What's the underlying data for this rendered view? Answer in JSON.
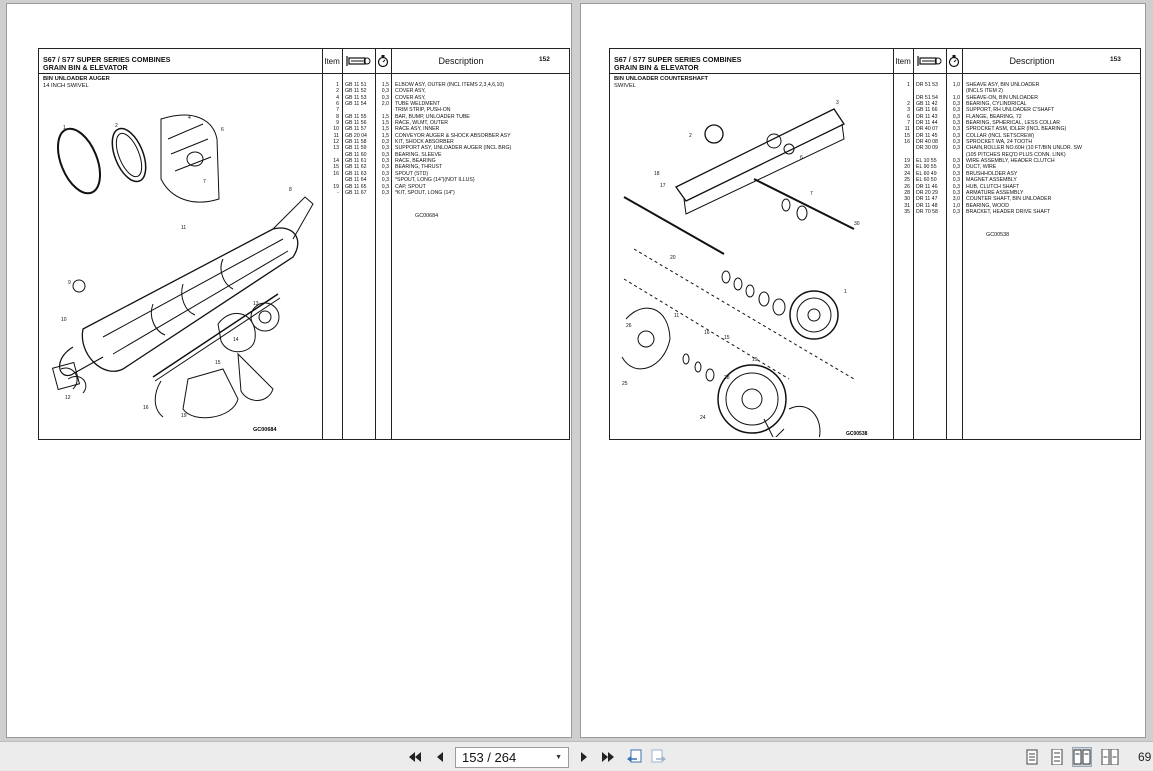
{
  "toolbar": {
    "page_display": "153 / 264",
    "zoom_text": "69"
  },
  "left_page": {
    "title_line1": "S67 / S77 SUPER SERIES COMBINES",
    "title_line2": "GRAIN BIN & ELEVATOR",
    "subtitle_line1": "BIN UNLOADER AUGER",
    "subtitle_line2": "14 INCH SWIVEL",
    "col_item": "Item",
    "col_desc": "Description",
    "page_number": "152",
    "diagram_ref": "GC00684",
    "figure_label": "GC00684",
    "rows": [
      {
        "item": "1",
        "part": "GB 11 51",
        "qty": "1,5",
        "desc": "ELBOW ASY, OUTER (INCL ITEMS 2,3,4,6,10)"
      },
      {
        "item": "2",
        "part": "GB 11 52",
        "qty": "0,3",
        "desc": "COVER ASY,"
      },
      {
        "item": "4",
        "part": "GB 11 53",
        "qty": "0,3",
        "desc": "COVER ASY,"
      },
      {
        "item": "6",
        "part": "GB 11 54",
        "qty": "2,0",
        "desc": "TUBE WELDMENT"
      },
      {
        "item": "7",
        "part": "",
        "qty": "",
        "desc": "TRIM STRIP, PUSH-ON"
      },
      {
        "item": "8",
        "part": "GB 11 55",
        "qty": "1,5",
        "desc": "BAR, BUMP, UNLOADER TUBE"
      },
      {
        "item": "9",
        "part": "GB 11 56",
        "qty": "1,5",
        "desc": "RACE, WLMT, OUTER"
      },
      {
        "item": "10",
        "part": "GB 11 57",
        "qty": "1,5",
        "desc": "RACE ASY, INNER"
      },
      {
        "item": "11",
        "part": "GB 20 04",
        "qty": "1,5",
        "desc": "CONVEYOR AUGER & SHOCK ABSORBER ASY"
      },
      {
        "item": "12",
        "part": "GB 11 58",
        "qty": "0,3",
        "desc": "KIT, SHOCK ABSORBER"
      },
      {
        "item": "13",
        "part": "GB 11 59",
        "qty": "0,3",
        "desc": "SUPPORT ASY, UNLOADER AUGER (INCL BRG)"
      },
      {
        "item": "",
        "part": "GB 11 60",
        "qty": "0,3",
        "desc": "   BEARING, SLEEVE"
      },
      {
        "item": "14",
        "part": "GB 11 61",
        "qty": "0,3",
        "desc": "RACE, BEARING"
      },
      {
        "item": "15",
        "part": "GB 11 62",
        "qty": "0,3",
        "desc": "BEARING, THRUST"
      },
      {
        "item": "16",
        "part": "GB 11 63",
        "qty": "0,3",
        "desc": "SPOUT (STD)"
      },
      {
        "item": "",
        "part": "GB 11 64",
        "qty": "0,3",
        "desc": "*SPOUT, LONG (14\")(NOT ILLUS)"
      },
      {
        "item": "19",
        "part": "GB 11 65",
        "qty": "0,3",
        "desc": "CAP, SPOUT"
      },
      {
        "item": "-",
        "part": "GB 11 67",
        "qty": "0,3",
        "desc": "*KIT, SPOUT, LONG (14\")"
      }
    ]
  },
  "right_page": {
    "title_line1": "S67 / S77 SUPER SERIES COMBINES",
    "title_line2": "GRAIN BIN & ELEVATOR",
    "subtitle_line1": "BIN UNLOADER COUNTERSHAFT",
    "subtitle_line2": "SWIVEL",
    "col_item": "Item",
    "col_desc": "Description",
    "page_number": "153",
    "diagram_ref": "GC00538",
    "figure_label": "GC00538",
    "rows": [
      {
        "item": "1",
        "part": "DR 51 53",
        "qty": "1,0",
        "desc": "SHEAVE ASY, BIN UNLOADER"
      },
      {
        "item": "",
        "part": "",
        "qty": "",
        "desc": "   (INCLS ITEM 2)"
      },
      {
        "item": "",
        "part": "DR 51 54",
        "qty": "1,0",
        "desc": "   SHEAVE-ON, BIN UNLOADER"
      },
      {
        "item": "2",
        "part": "GB 11 42",
        "qty": "0,3",
        "desc": "   BEARING, CYLINDRICAL"
      },
      {
        "item": "3",
        "part": "GB 11 66",
        "qty": "0,3",
        "desc": "SUPPORT, RH UNLOADER C'SHAFT"
      },
      {
        "item": "6",
        "part": "DR 11 43",
        "qty": "0,3",
        "desc": "FLANGE, BEARING, 72"
      },
      {
        "item": "7",
        "part": "DR 11 44",
        "qty": "0,3",
        "desc": "BEARING, SPHERICAL, LESS COLLAR"
      },
      {
        "item": "11",
        "part": "DR 40 07",
        "qty": "0,3",
        "desc": "SPROCKET ASM, IDLER (INCL BEARING)"
      },
      {
        "item": "15",
        "part": "DR 11 45",
        "qty": "0,3",
        "desc": "COLLAR (INCL SETSCREW)"
      },
      {
        "item": "16",
        "part": "DR 40 08",
        "qty": "0,3",
        "desc": "SPROCKET WA, 24 TOOTH"
      },
      {
        "item": "",
        "part": "DR 30 09",
        "qty": "0,3",
        "desc": "CHAIN,ROLLER NO.60H (10 FT/BIN UNLDR. SW"
      },
      {
        "item": "",
        "part": "",
        "qty": "",
        "desc": "   (105 PITCHES REQ'D PLUS CONN. LINK)"
      },
      {
        "item": "19",
        "part": "EL 10 55",
        "qty": "0,3",
        "desc": "WIRE ASSEMBLY, HEADER CLUTCH"
      },
      {
        "item": "20",
        "part": "EL 90 55",
        "qty": "0,3",
        "desc": "DUCT, WIRE"
      },
      {
        "item": "24",
        "part": "EL 60 49",
        "qty": "0,3",
        "desc": "BRUSHHOLDER ASY"
      },
      {
        "item": "25",
        "part": "EL 60 50",
        "qty": "0,3",
        "desc": "MAGNET ASSEMBLY"
      },
      {
        "item": "26",
        "part": "DR 11 46",
        "qty": "0,3",
        "desc": "HUB, CLUTCH SHAFT"
      },
      {
        "item": "28",
        "part": "DR 20 29",
        "qty": "0,3",
        "desc": "ARMATURE ASSEMBLY"
      },
      {
        "item": "30",
        "part": "DR 11 47",
        "qty": "3,0",
        "desc": "COUNTER SHAFT, BIN UNLOADER"
      },
      {
        "item": "31",
        "part": "DR 11 48",
        "qty": "1,0",
        "desc": "BEARING, WOOD"
      },
      {
        "item": "35",
        "part": "DR 70 58",
        "qty": "0,3",
        "desc": "BRACKET, HEADER DRIVE SHAFT"
      }
    ]
  }
}
